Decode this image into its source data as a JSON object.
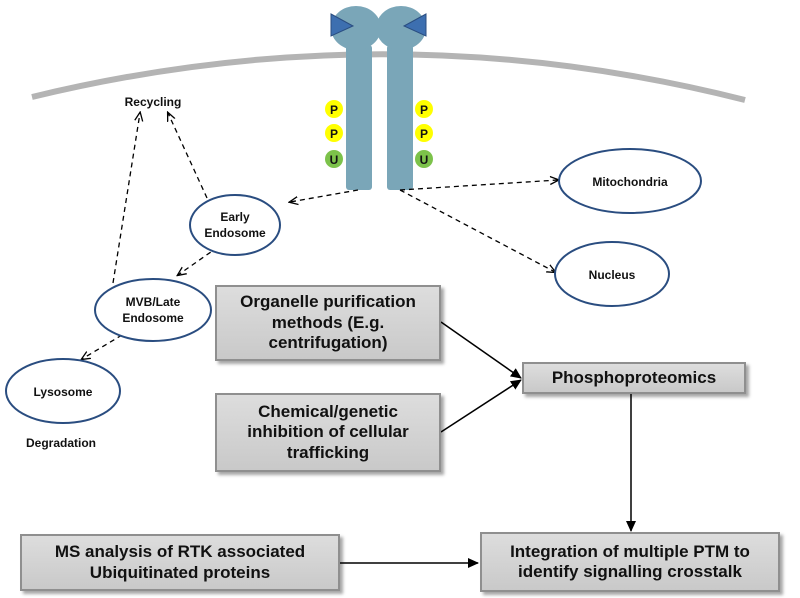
{
  "membrane": {
    "color": "#b4b4b4"
  },
  "receptor": {
    "color": "#7aa6b8",
    "marks": [
      "P",
      "P",
      "U"
    ],
    "phospho_color": "#ffff00",
    "ubiquitin_color": "#7cc24a",
    "ligand_color": "#3d6fb0"
  },
  "labels": {
    "recycling": "Recycling",
    "degradation": "Degradation"
  },
  "compartments": {
    "early_endosome": [
      "Early",
      "Endosome"
    ],
    "mvb": [
      "MVB/Late",
      "Endosome"
    ],
    "lysosome": "Lysosome",
    "mitochondria": "Mitochondria",
    "nucleus": "Nucleus"
  },
  "boxes": {
    "organelle": [
      "Organelle purification",
      "methods (E.g.",
      "centrifugation)"
    ],
    "chemical": [
      "Chemical/genetic",
      "inhibition of cellular",
      "trafficking"
    ],
    "phospho": "Phosphoproteomics",
    "ms": [
      "MS analysis of RTK associated",
      "Ubiquitinated proteins"
    ],
    "integration": [
      "Integration of multiple PTM to",
      "identify signalling crosstalk"
    ]
  }
}
